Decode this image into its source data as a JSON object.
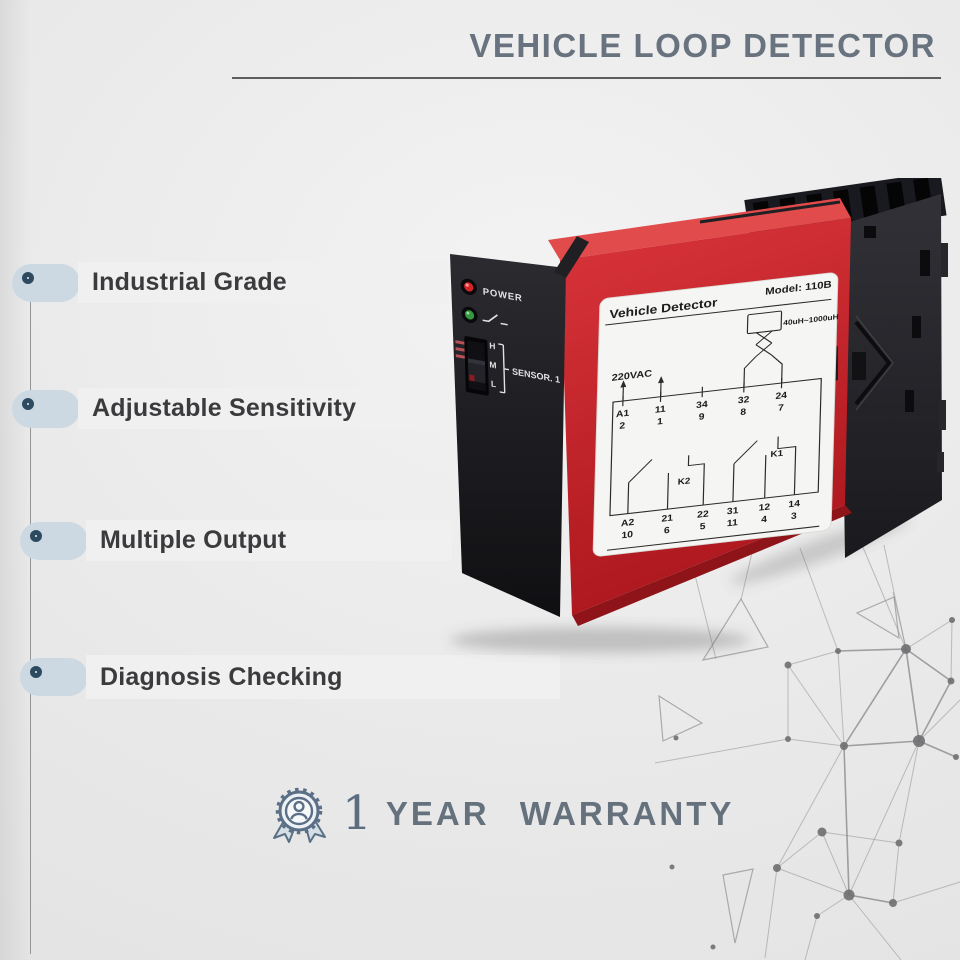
{
  "page": {
    "title": "VEHICLE LOOP DETECTOR"
  },
  "features": [
    {
      "label": "Industrial Grade"
    },
    {
      "label": "Adjustable Sensitivity"
    },
    {
      "label": "Multiple Output"
    },
    {
      "label": "Diagnosis Checking"
    }
  ],
  "warranty": {
    "number": "1",
    "label": "YEAR WARRANTY"
  },
  "device": {
    "side_panel": {
      "power_label": "POWER",
      "sensor_label": "SENSOR. 1",
      "sensitivity_levels": [
        "H",
        "M",
        "L"
      ]
    },
    "front_label": {
      "product_name": "Vehicle Detector",
      "model": "Model: 110B",
      "inductance_range": "40uH~1000uH",
      "power_rating": "220VAC",
      "relay_k2": "K2",
      "relay_k1": "K1",
      "top_terminals": [
        {
          "name": "A1",
          "pin": "2"
        },
        {
          "name": "11",
          "pin": "1"
        },
        {
          "name": "34",
          "pin": "9"
        },
        {
          "name": "32",
          "pin": "8"
        },
        {
          "name": "24",
          "pin": "7"
        }
      ],
      "bottom_terminals": [
        {
          "name": "A2",
          "pin": "10"
        },
        {
          "name": "21",
          "pin": "6"
        },
        {
          "name": "22",
          "pin": "5"
        },
        {
          "name": "31",
          "pin": "11"
        },
        {
          "name": "12",
          "pin": "4"
        },
        {
          "name": "14",
          "pin": "3"
        }
      ]
    }
  },
  "colors": {
    "title_text": "#68737f",
    "feature_text": "#3b3b3d",
    "bullet_ring": "#2e4a60",
    "pill_bg": "#ccd9e2",
    "bar_bg": "#f0f0f1",
    "device_red": "#c9242b",
    "device_dark": "#1b1b1f",
    "label_bg": "#f5f5f3",
    "warranty_text": "#5f7183"
  }
}
